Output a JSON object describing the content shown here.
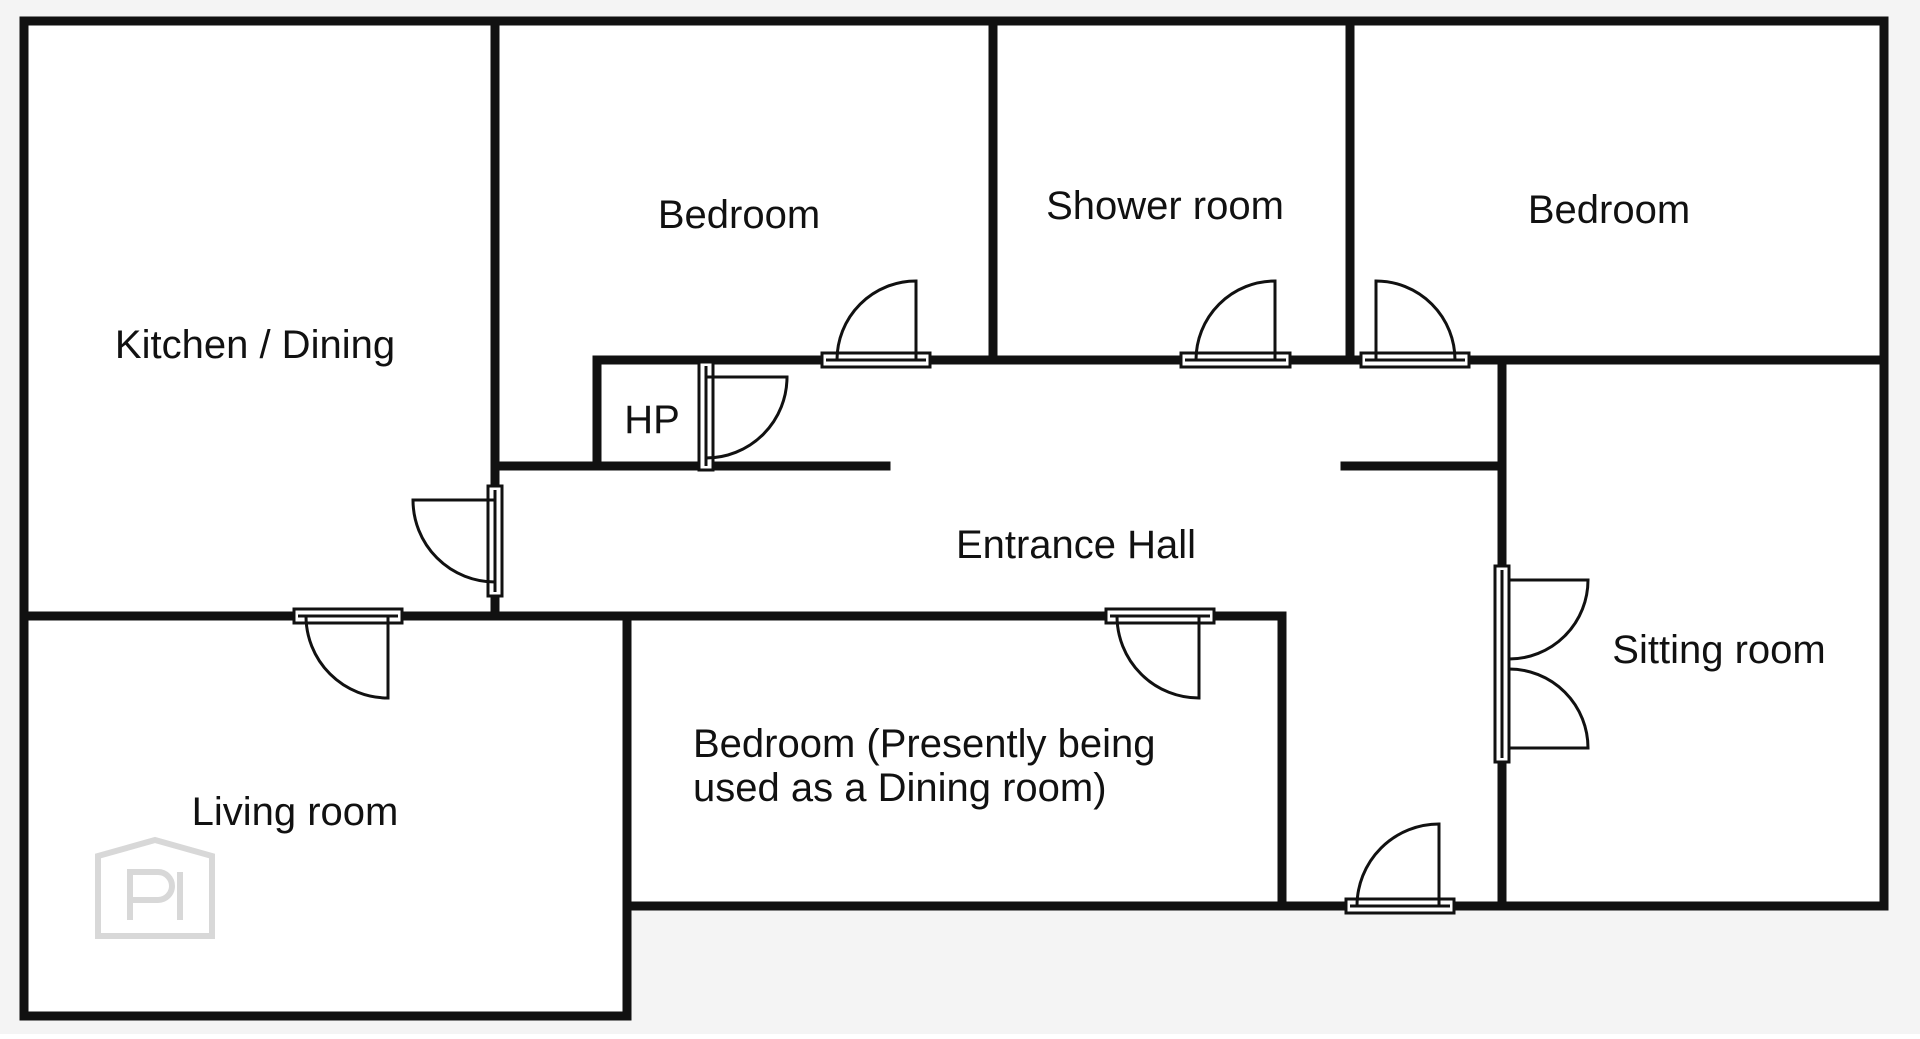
{
  "colors": {
    "background": "#f4f4f4",
    "floor": "#ffffff",
    "wall": "#111111",
    "door": "#111111",
    "watermark": "#d8d8d8"
  },
  "rooms": {
    "kitchen_dining": "Kitchen / Dining",
    "bedroom_top_left": "Bedroom",
    "shower_room": "Shower room",
    "bedroom_top_right": "Bedroom",
    "hp": "HP",
    "entrance_hall": "Entrance Hall",
    "sitting_room": "Sitting room",
    "living_room": "Living room",
    "bedroom_dining_line1": "Bedroom (Presently being",
    "bedroom_dining_line2": "used as a Dining room)"
  },
  "watermark": {
    "icon": "property-logo-icon"
  }
}
